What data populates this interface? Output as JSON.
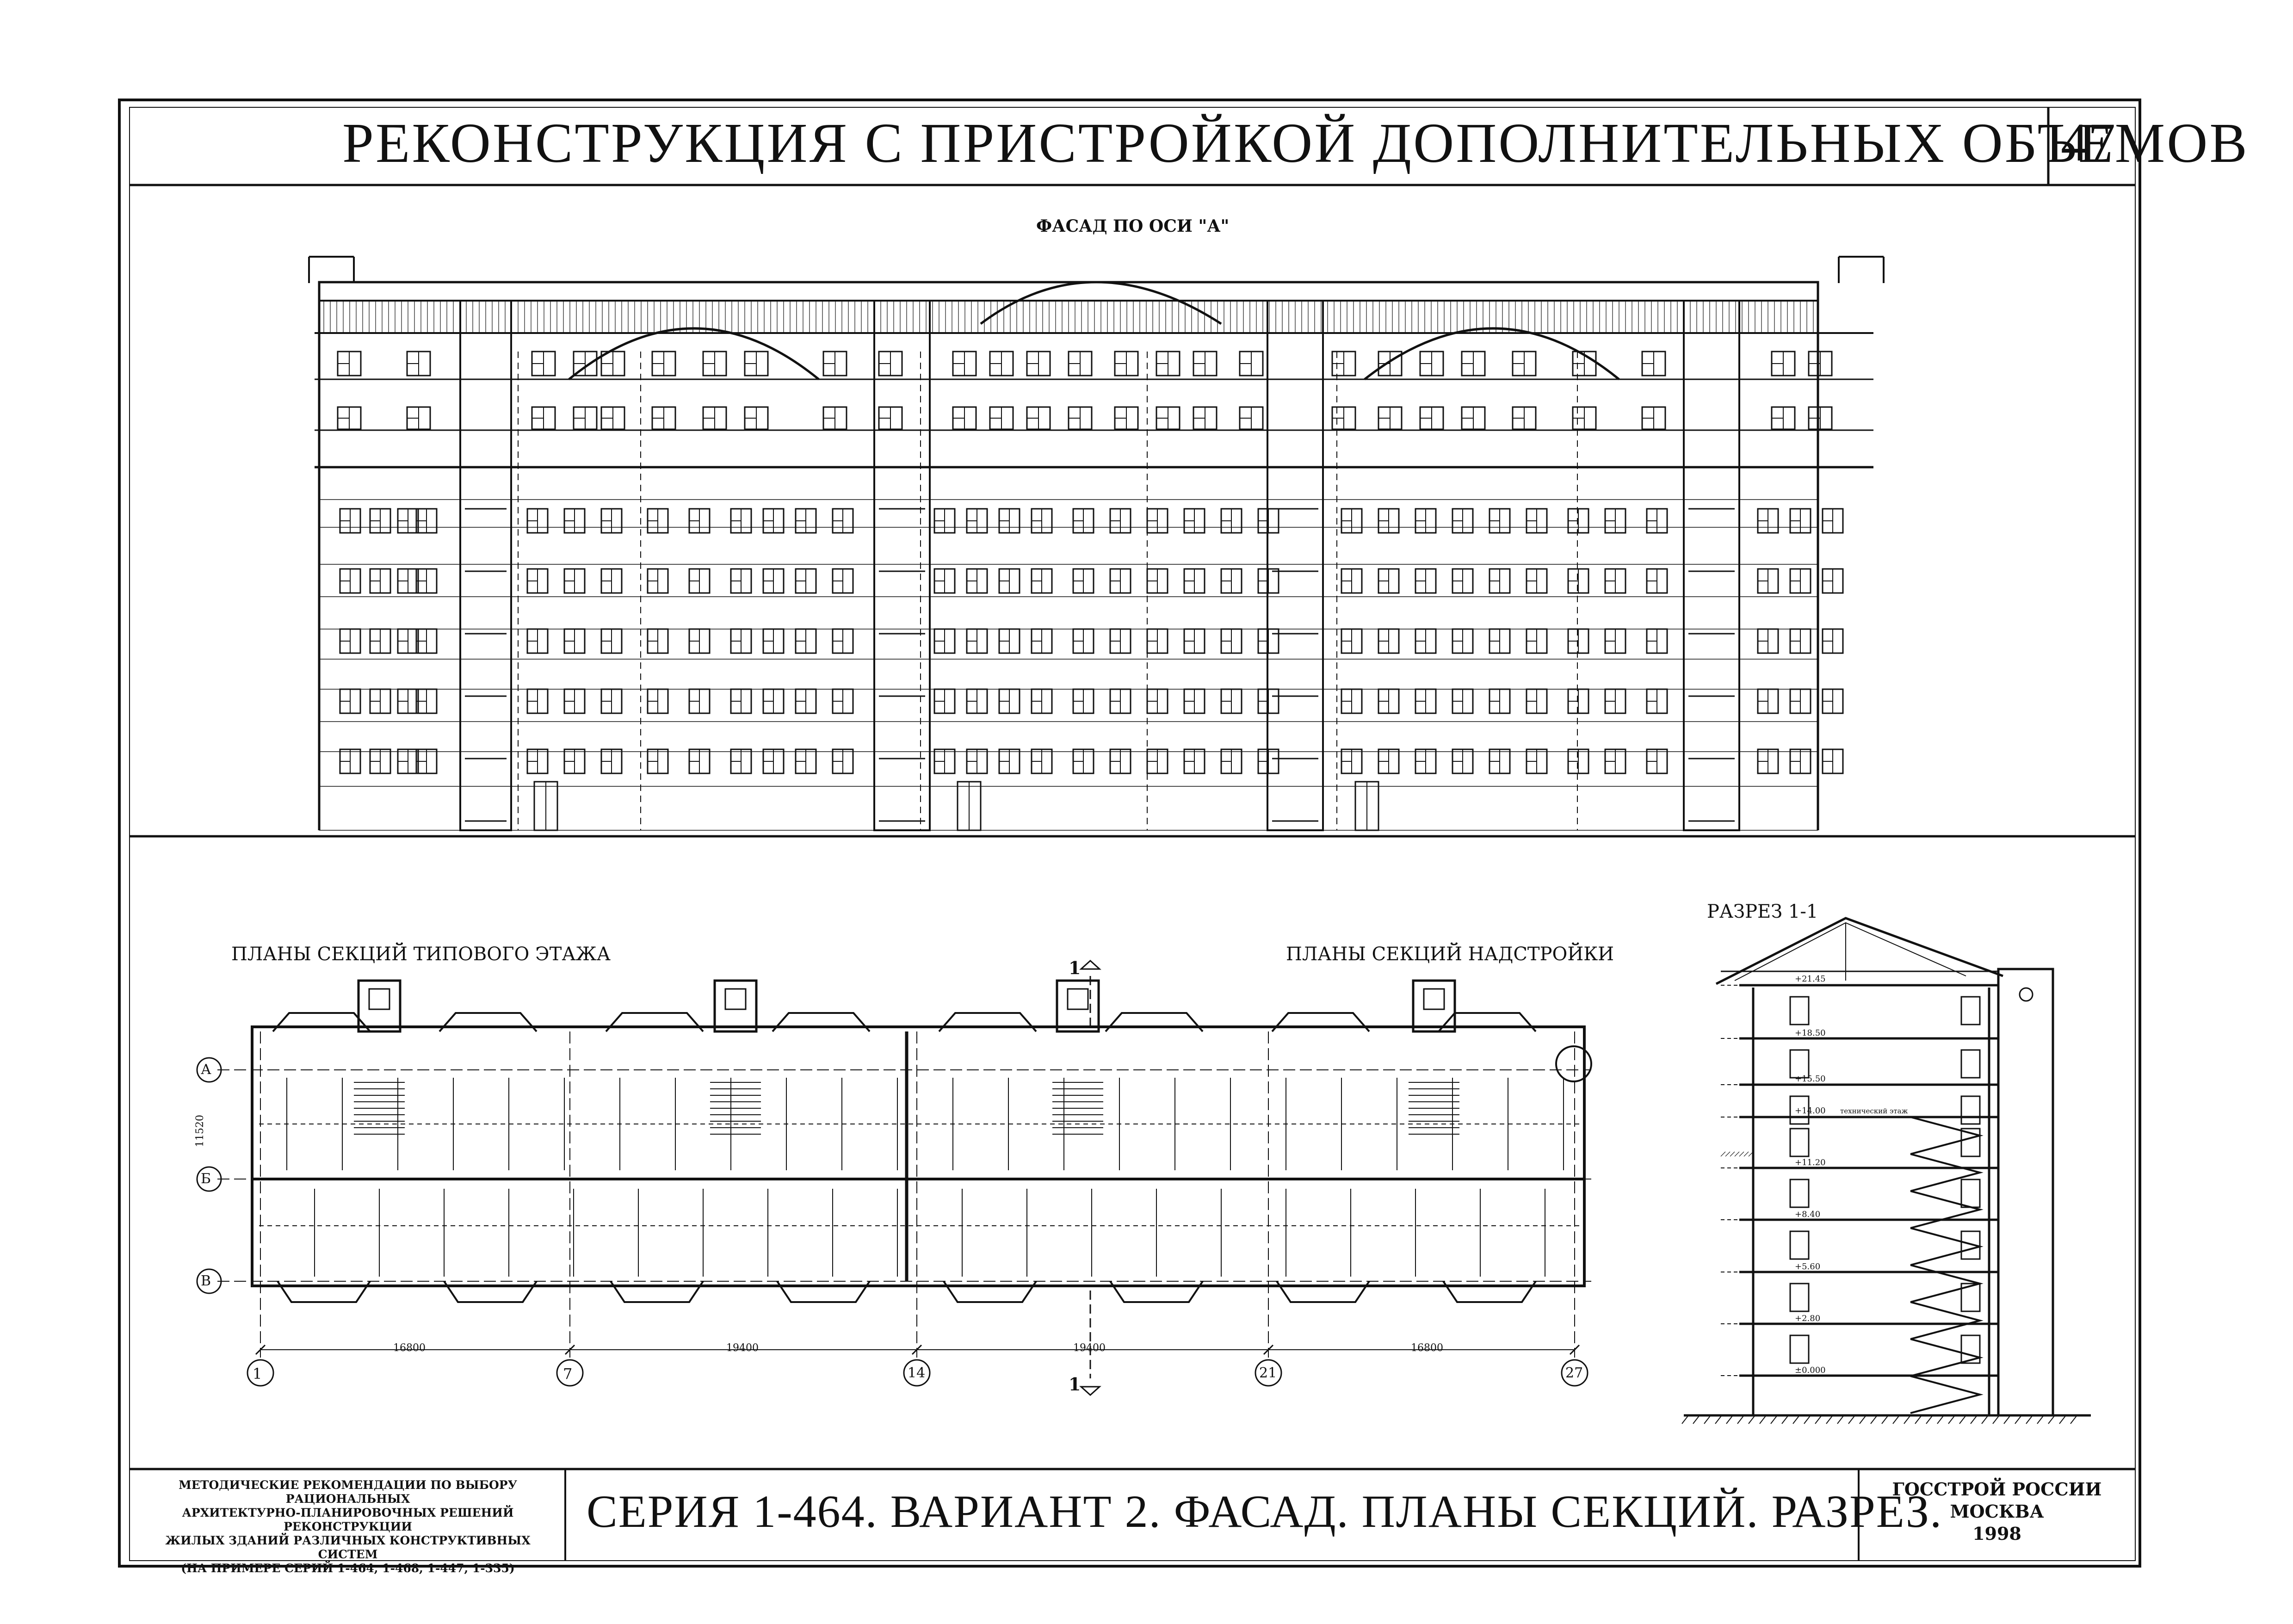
{
  "header": {
    "title": "РЕКОНСТРУКЦИЯ С ПРИСТРОЙКОЙ ДОПОЛНИТЕЛЬНЫХ ОБЪЕМОВ",
    "page_number": "47"
  },
  "facade": {
    "title": "ФАСАД ПО ОСИ \"А\""
  },
  "plans": {
    "typical_title": "ПЛАНЫ СЕКЦИЙ ТИПОВОГО ЭТАЖА",
    "superstructure_title": "ПЛАНЫ СЕКЦИЙ НАДСТРОЙКИ",
    "section_mark": "1",
    "row_axes": [
      "А",
      "Б",
      "В"
    ],
    "col_axes": [
      "1",
      "7",
      "14",
      "21",
      "27"
    ],
    "spans": [
      "16800",
      "19400",
      "19400",
      "16800"
    ],
    "depth": "11520"
  },
  "section": {
    "title": "РАЗРЕЗ 1-1",
    "levels": [
      "+21.45",
      "+18.50",
      "+15.50",
      "+14.00",
      "+11.20",
      "+8.40",
      "+5.60",
      "+2.80",
      "±0.000"
    ],
    "attic_note": "технический этаж"
  },
  "footer": {
    "description": [
      "МЕТОДИЧЕСКИЕ РЕКОМЕНДАЦИИ ПО ВЫБОРУ РАЦИОНАЛЬНЫХ",
      "АРХИТЕКТУРНО-ПЛАНИРОВОЧНЫХ РЕШЕНИЙ РЕКОНСТРУКЦИИ",
      "ЖИЛЫХ ЗДАНИЙ РАЗЛИЧНЫХ КОНСТРУКТИВНЫХ СИСТЕМ",
      "(НА ПРИМЕРЕ СЕРИЙ 1-464, 1-468, 1-447, 1-335)"
    ],
    "sheet_title": "СЕРИЯ 1-464. ВАРИАНТ 2. ФАСАД. ПЛАНЫ СЕКЦИЙ. РАЗРЕЗ.",
    "org": "ГОССТРОЙ РОССИИ",
    "city": "МОСКВА",
    "year": "1998"
  }
}
